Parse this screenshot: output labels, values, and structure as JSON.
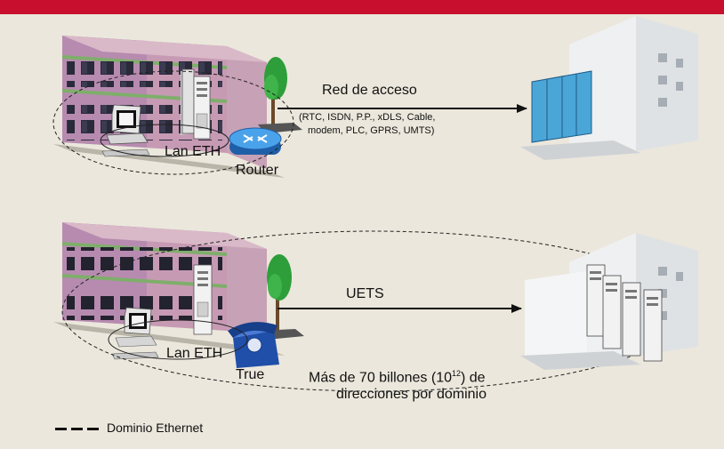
{
  "scenario_top": {
    "link_label": "Red de acceso",
    "link_details": [
      "(RTC, ISDN, P.P., xDLS, Cable,",
      "modem, PLC, GPRS, UMTS)"
    ],
    "lan_label": "Lan ETH",
    "device_label": "Router"
  },
  "scenario_bottom": {
    "link_label": "UETS",
    "lan_label": "Lan ETH",
    "device_label": "True",
    "note_prefix": "Más de 70 billones (10",
    "note_exponent": "12",
    "note_suffix": ") de",
    "note_line2": "direcciones por dominio"
  },
  "legend": {
    "label": "Dominio Ethernet"
  },
  "colors": {
    "header_bar": "#c8102e",
    "background": "#ebe7dc",
    "router": "#3b8fd6",
    "phone": "#1f4fa8",
    "tree": "#2e9e3a"
  }
}
